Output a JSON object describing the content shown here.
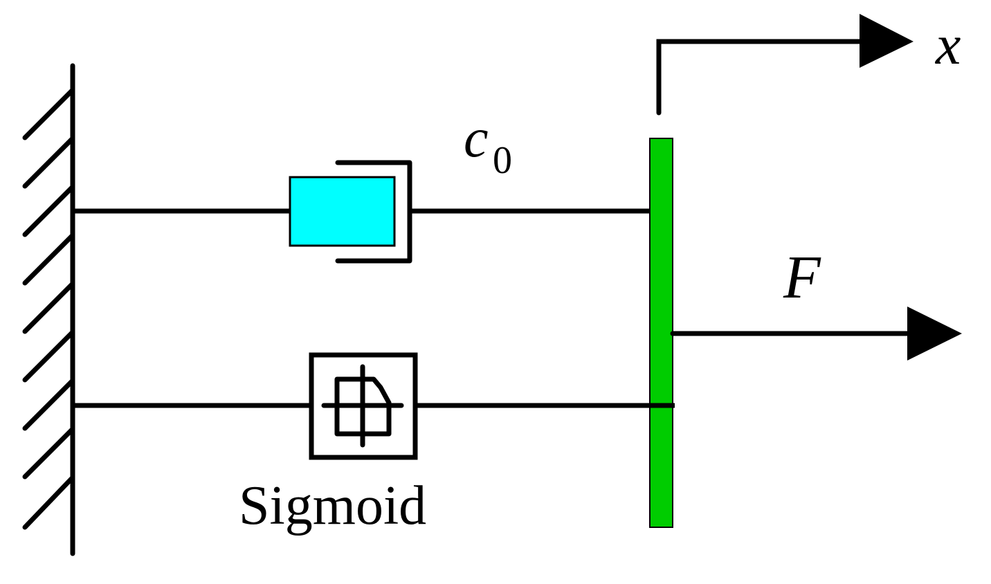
{
  "labels": {
    "x_axis": "x",
    "damper_symbol": "c",
    "damper_subscript": "0",
    "force": "F",
    "element": "Sigmoid"
  },
  "colors": {
    "line": "#000000",
    "damper_fill": "#00ffff",
    "mass_fill": "#00cc00",
    "background": "#ffffff"
  }
}
